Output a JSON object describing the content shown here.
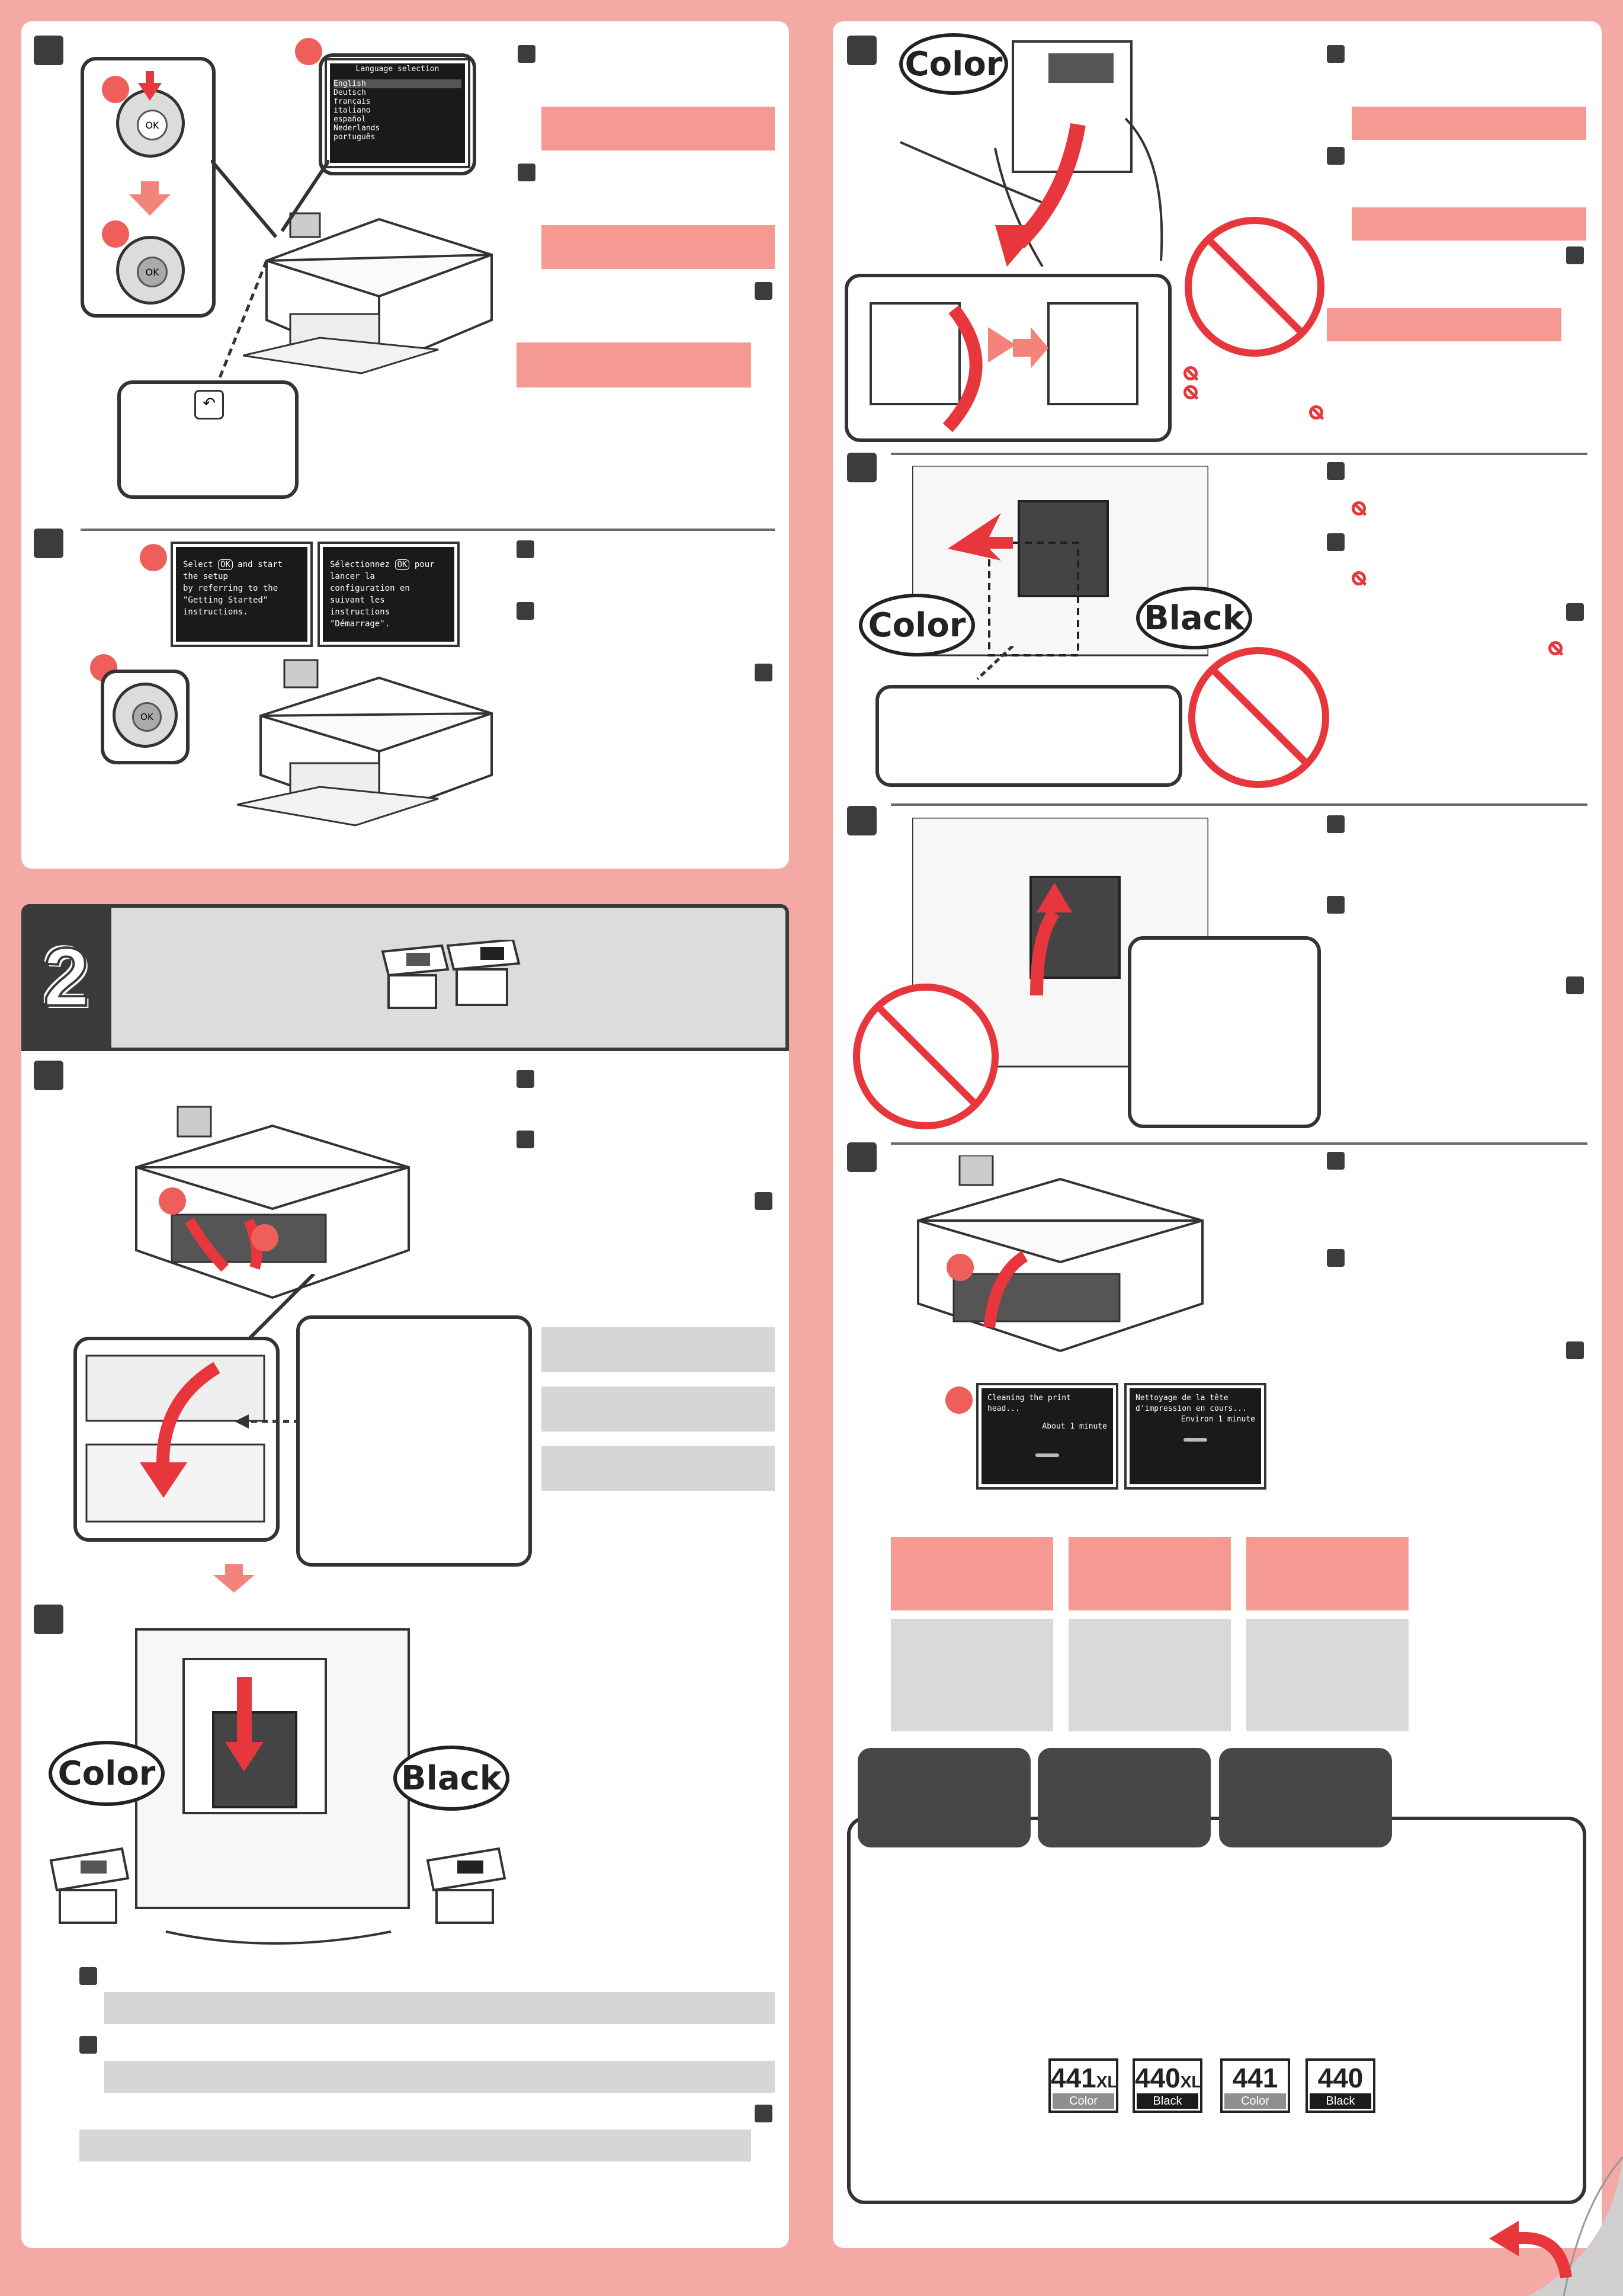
{
  "section": {
    "number": "2"
  },
  "language_screen": {
    "title": "Language selection",
    "items": [
      "English",
      "Deutsch",
      "français",
      "italiano",
      "español",
      "Nederlands",
      "português"
    ]
  },
  "keypad": {
    "ok_label": "OK"
  },
  "setup_screens": {
    "en": [
      "Select ",
      " and start the setup",
      "by referring to the",
      "\"Getting Started\" instructions."
    ],
    "fr": [
      "Sélectionnez ",
      " pour lancer la",
      "configuration en suivant les",
      "instructions \"Démarrage\"."
    ]
  },
  "callout_labels": {
    "color": "Color",
    "black": "Black"
  },
  "cleaning_screens": {
    "en": [
      "Cleaning the print head...",
      "About 1 minute"
    ],
    "fr": [
      "Nettoyage de la tête",
      "d'impression en cours...",
      "Environ 1 minute"
    ]
  },
  "ink_badges": [
    {
      "num": "441",
      "suffix": "XL",
      "label": "Color",
      "label_color": "#8f8f8f"
    },
    {
      "num": "440",
      "suffix": "XL",
      "label": "Black",
      "label_color": "#1b1b1b"
    },
    {
      "num": "441",
      "suffix": "",
      "label": "Color",
      "label_color": "#8f8f8f"
    },
    {
      "num": "440",
      "suffix": "",
      "label": "Black",
      "label_color": "#1b1b1b"
    }
  ],
  "colors": {
    "accent_red": "#e8363d",
    "pink": "#f59a92",
    "background": "#f4aaa4",
    "dark": "#3c3c3c"
  }
}
